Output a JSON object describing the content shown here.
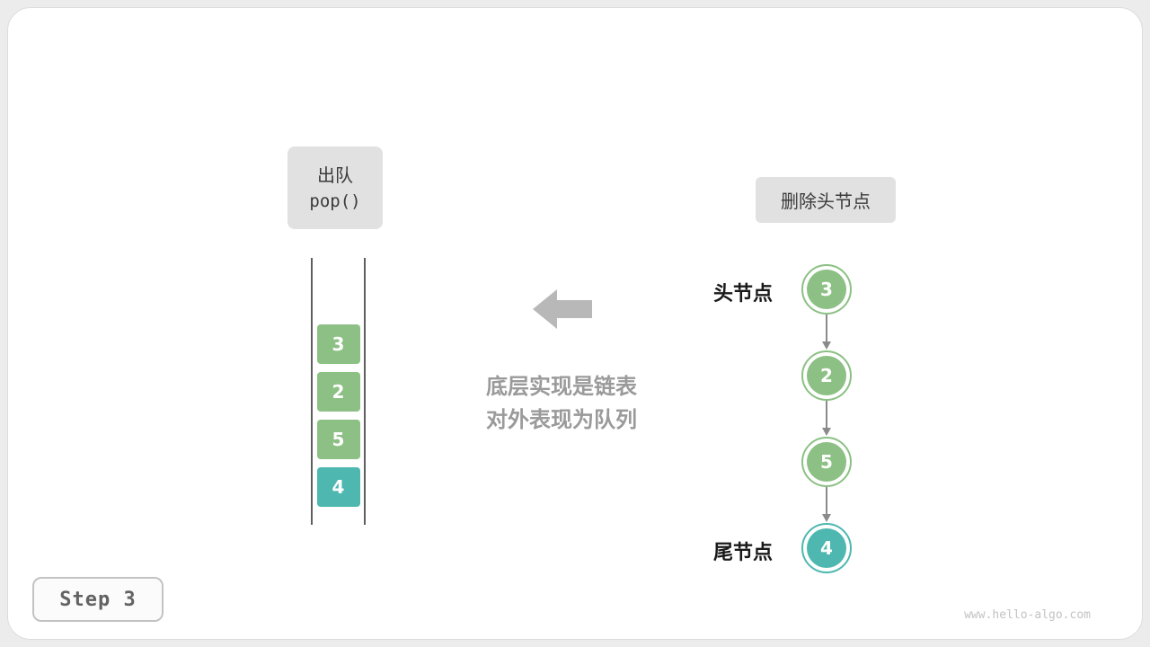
{
  "colors": {
    "green": "#8cc084",
    "teal": "#4eb8b0"
  },
  "op_label": {
    "line1": "出队",
    "line2": "pop()"
  },
  "queue": {
    "cells": [
      {
        "value": "3",
        "color": "green"
      },
      {
        "value": "2",
        "color": "green"
      },
      {
        "value": "5",
        "color": "green"
      },
      {
        "value": "4",
        "color": "teal"
      }
    ]
  },
  "annotation": {
    "line1": "底层实现是链表",
    "line2": "对外表现为队列"
  },
  "action_label": "删除头节点",
  "list": {
    "head_label": "头节点",
    "tail_label": "尾节点",
    "nodes": [
      {
        "value": "3",
        "color": "green"
      },
      {
        "value": "2",
        "color": "green"
      },
      {
        "value": "5",
        "color": "green"
      },
      {
        "value": "4",
        "color": "teal"
      }
    ]
  },
  "step": "Step 3",
  "watermark": "www.hello-algo.com"
}
